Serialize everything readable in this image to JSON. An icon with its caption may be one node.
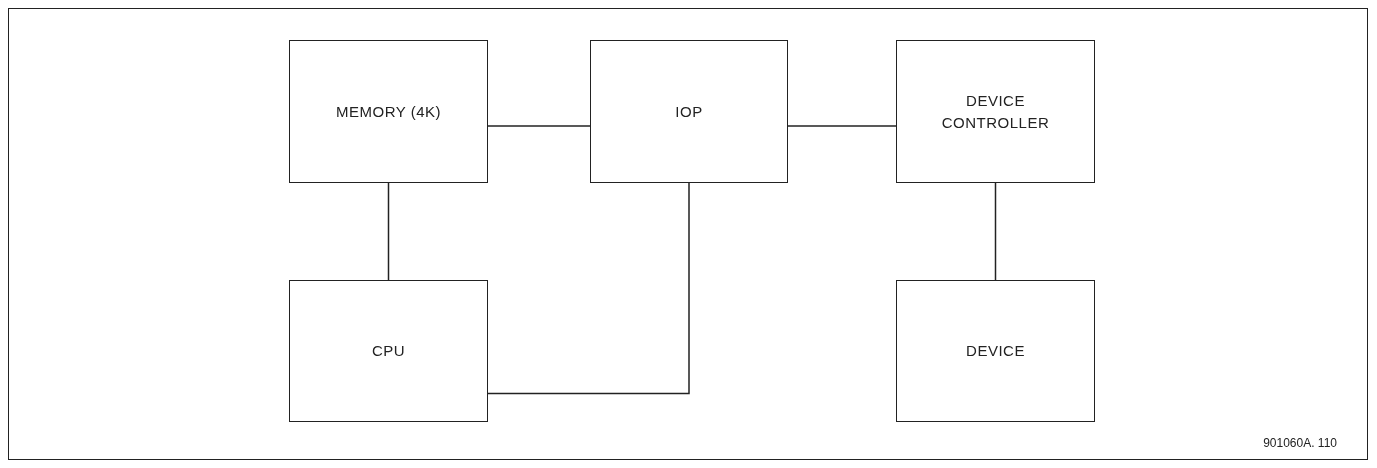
{
  "diagram": {
    "nodes": [
      {
        "text": [
          "MEMORY (4K)"
        ]
      },
      {
        "text": [
          "IOP"
        ]
      },
      {
        "text": [
          "DEVICE CONTROLLER"
        ]
      },
      {
        "text": [
          "CPU"
        ]
      },
      {
        "text": [
          "DEVICE"
        ]
      }
    ],
    "edges": [
      {
        "from": 0,
        "to": 1,
        "arrow": "none"
      },
      {
        "from": 1,
        "to": 2,
        "arrow": "none"
      },
      {
        "from": 0,
        "to": 3,
        "arrow": "none"
      },
      {
        "from": 3,
        "to": 1,
        "arrow": "none"
      },
      {
        "from": 2,
        "to": 4,
        "arrow": "none"
      }
    ],
    "labels": [
      "901060A. 110"
    ]
  }
}
